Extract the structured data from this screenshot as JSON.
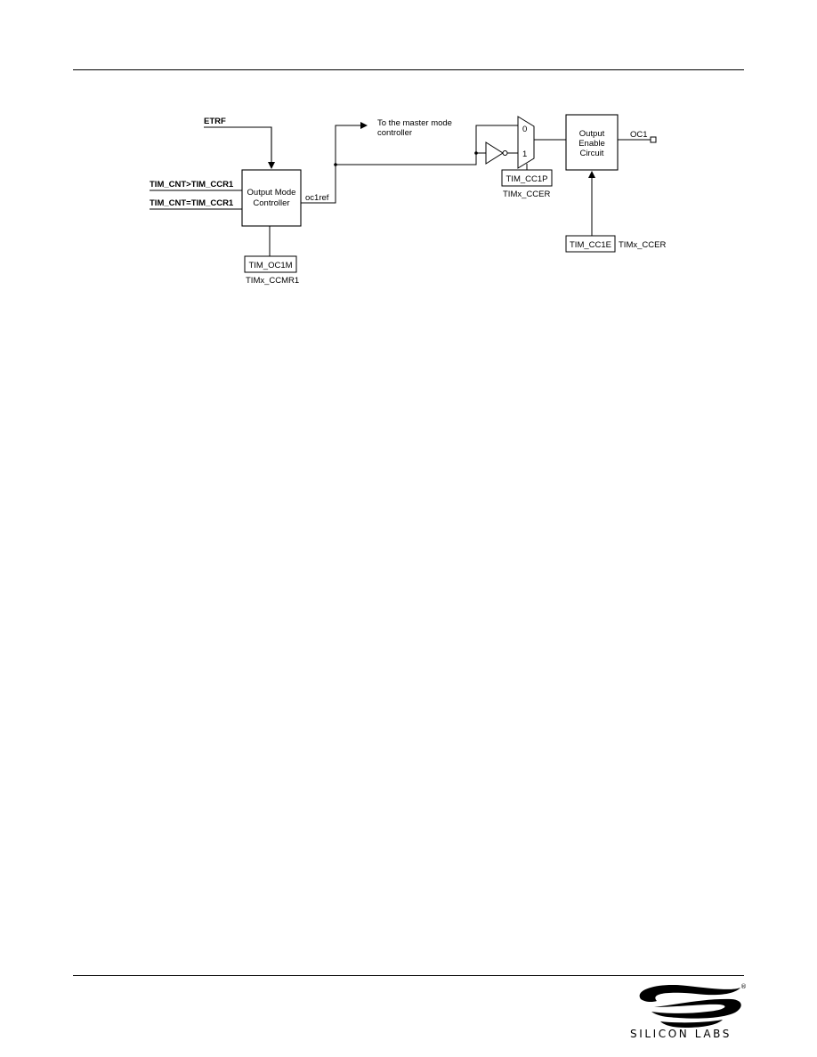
{
  "diagram": {
    "inputs": {
      "etrf": "ETRF",
      "cnt_gt": "TIM_CNT>TIM_CCR1",
      "cnt_eq": "TIM_CNT=TIM_CCR1"
    },
    "output_mode_controller": [
      "Output Mode",
      "Controller"
    ],
    "oc1ref": "oc1ref",
    "master_mode": [
      "To the master mode",
      "controller"
    ],
    "mux": {
      "in0": "0",
      "in1": "1"
    },
    "cc1p_register": "TIM_CC1P",
    "cc1p_owner": "TIMx_CCER",
    "oc1m_register": "TIM_OC1M",
    "oc1m_owner": "TIMx_CCMR1",
    "output_enable_circuit": [
      "Output",
      "Enable",
      "Circuit"
    ],
    "oc1": "OC1",
    "cc1e_register": "TIM_CC1E",
    "cc1e_owner": "TIMx_CCER"
  },
  "footer": {
    "brand": "SILICON LABS",
    "registered": "®"
  }
}
